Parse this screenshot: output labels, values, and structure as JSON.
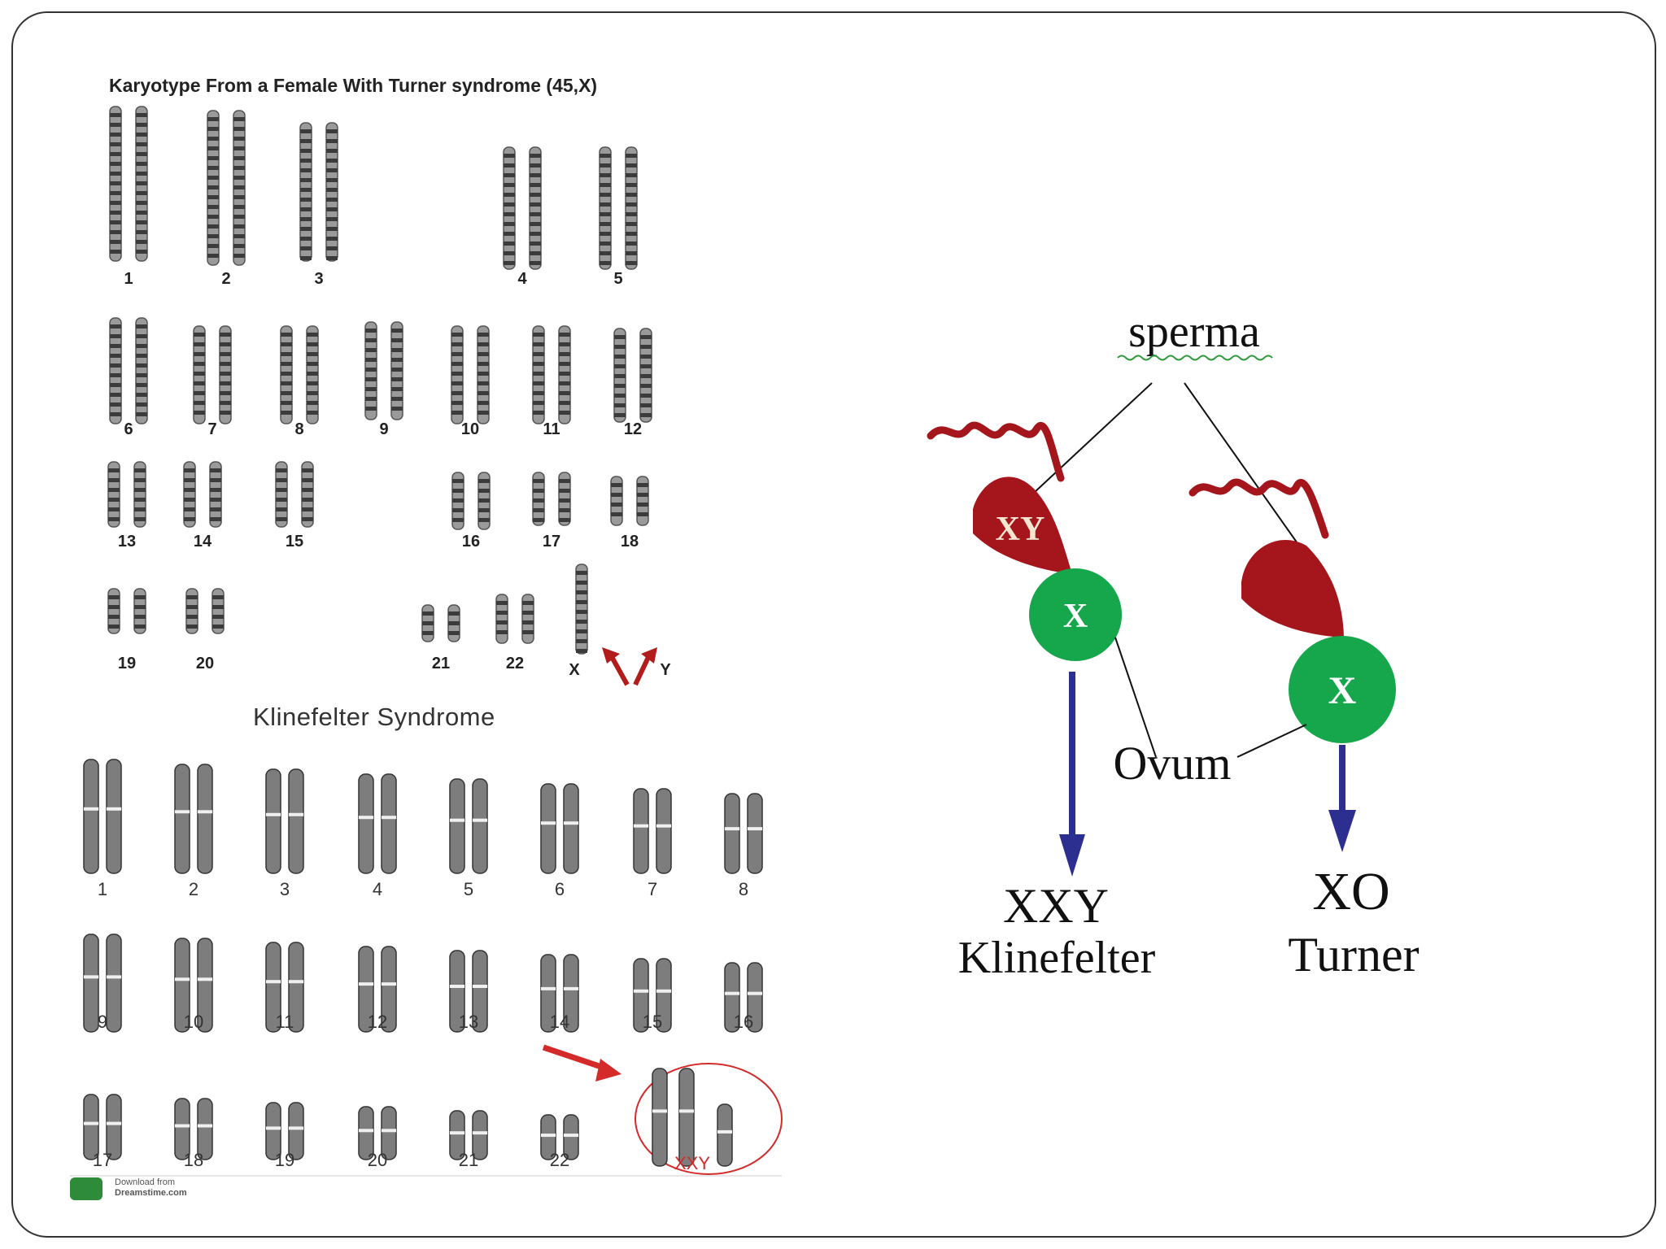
{
  "turner": {
    "title": "Karyotype From a Female With Turner syndrome (45,X)",
    "labels": [
      "1",
      "2",
      "3",
      "4",
      "5",
      "6",
      "7",
      "8",
      "9",
      "10",
      "11",
      "12",
      "13",
      "14",
      "15",
      "16",
      "17",
      "18",
      "19",
      "20",
      "21",
      "22",
      "X",
      "Y"
    ]
  },
  "klinefelter": {
    "title": "Klinefelter Syndrome",
    "labels": [
      "1",
      "2",
      "3",
      "4",
      "5",
      "6",
      "7",
      "8",
      "9",
      "10",
      "11",
      "12",
      "13",
      "14",
      "15",
      "16",
      "17",
      "18",
      "19",
      "20",
      "21",
      "22"
    ],
    "sex_label": "XXY"
  },
  "watermark": {
    "line1": "Download from",
    "line2": "Dreamstime.com"
  },
  "diagram": {
    "sperma_label": "sperma",
    "left_sperm_label": "XY",
    "left_ovum_label": "X",
    "right_ovum_label": "X",
    "ovum_label": "Ovum",
    "left_result_genotype": "XXY",
    "left_result_name": "Klinefelter",
    "right_result_genotype": "XO",
    "right_result_name": "Turner",
    "colors": {
      "sperm": "#a5161c",
      "ovum": "#16a64c",
      "arrow": "#2c2f8f",
      "highlight": "#d42a2a"
    }
  }
}
